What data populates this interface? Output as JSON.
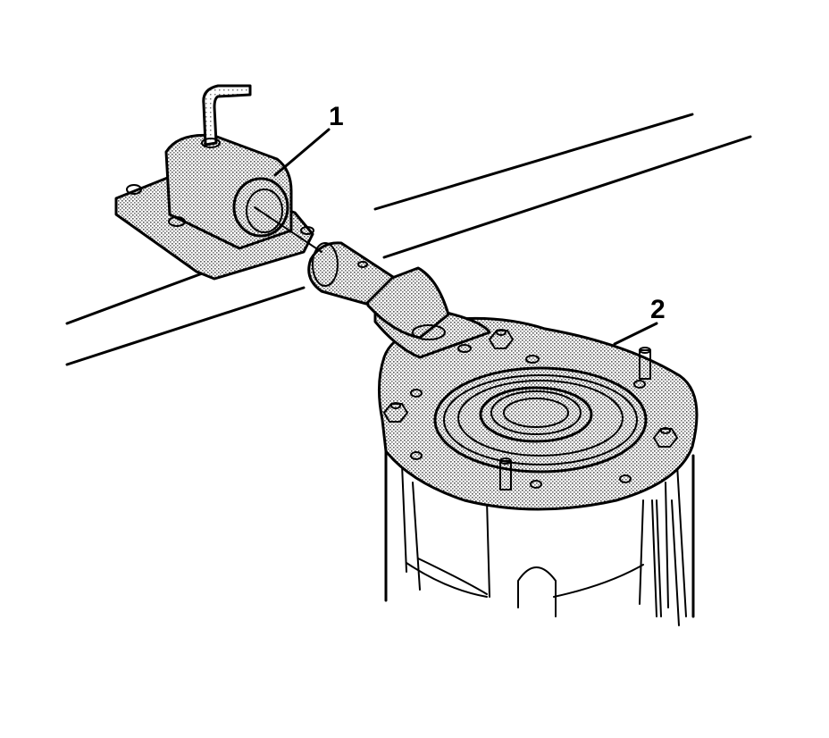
{
  "callouts": [
    {
      "id": "1",
      "label": "1"
    },
    {
      "id": "2",
      "label": "2"
    }
  ],
  "colors": {
    "ink": "#000000",
    "paper": "#ffffff",
    "stipple": "#b3b3b3"
  }
}
